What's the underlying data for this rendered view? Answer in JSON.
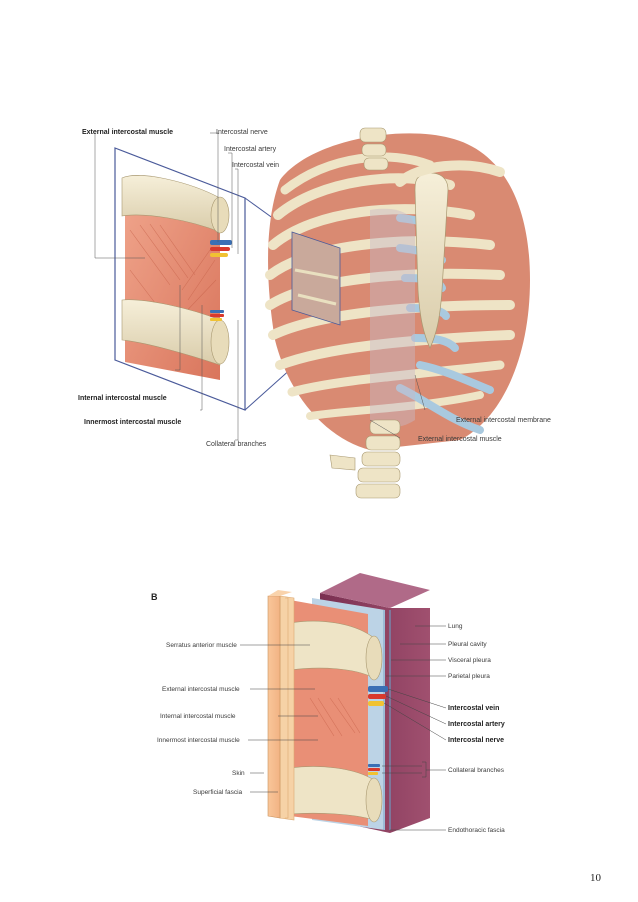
{
  "figure_a": {
    "labels": {
      "external_intercostal_muscle": "External intercostal muscle",
      "intercostal_nerve": "Intercostal nerve",
      "intercostal_artery": "Intercostal artery",
      "intercostal_vein": "Intercostal vein",
      "internal_intercostal_muscle": "Internal intercostal muscle",
      "innermost_intercostal_muscle": "Innermost intercostal muscle",
      "collateral_branches": "Collateral branches",
      "external_intercostal_membrane": "External intercostal membrane",
      "external_intercostal_muscle_2": "External intercostal muscle"
    }
  },
  "figure_b": {
    "panel_letter": "B",
    "left_labels": {
      "serratus_anterior": "Serratus anterior muscle",
      "external_intercostal": "External intercostal muscle",
      "internal_intercostal": "Internal intercostal muscle",
      "innermost_intercostal": "Innermost intercostal muscle",
      "skin": "Skin",
      "superficial_fascia": "Superficial fascia"
    },
    "right_labels": {
      "lung": "Lung",
      "pleural_cavity": "Pleural cavity",
      "visceral_pleura": "Visceral pleura",
      "parietal_pleura": "Parietal pleura",
      "intercostal_vein": "Intercostal vein",
      "intercostal_artery": "Intercostal artery",
      "intercostal_nerve": "Intercostal nerve",
      "collateral_branches": "Collateral branches",
      "endothoracic_fascia": "Endothoracic fascia"
    }
  },
  "page_number": "10",
  "colors": {
    "muscle": "#e9977e",
    "bone": "#eee4c6",
    "cartilage": "#a9c9df",
    "vein": "#3a6fb5",
    "artery": "#d8392d",
    "nerve": "#f1c232",
    "lung": "#8c3d5f",
    "frame": "#4a5a9a"
  }
}
